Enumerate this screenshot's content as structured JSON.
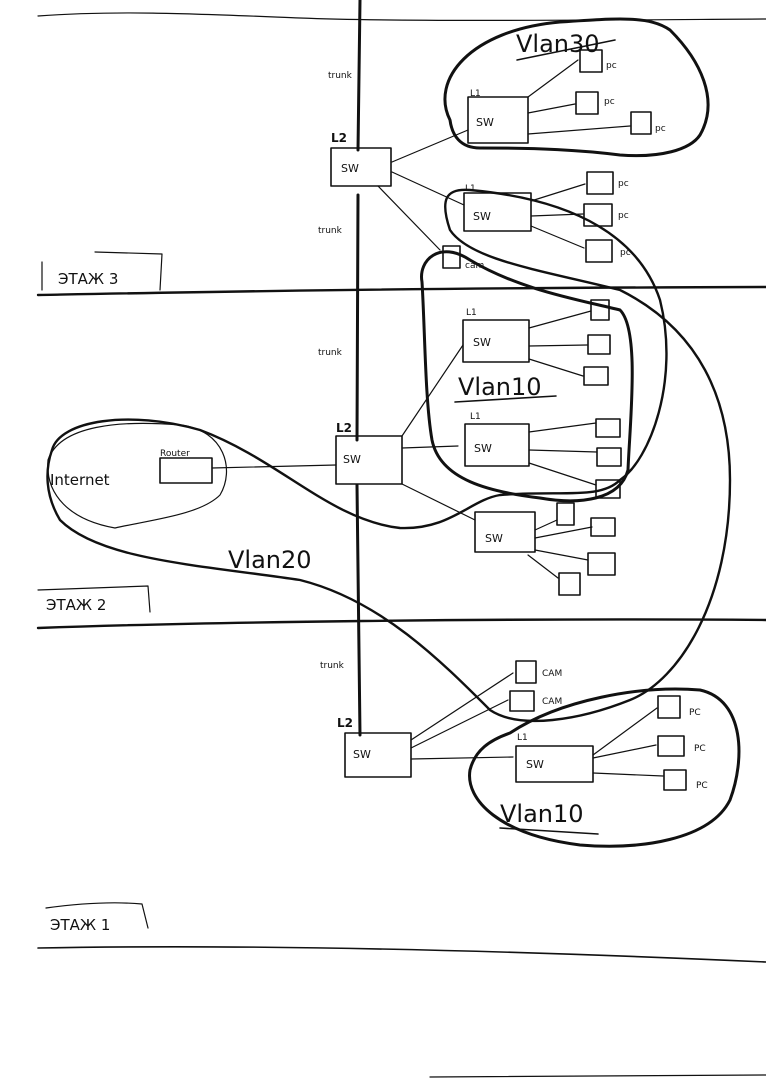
{
  "diagram": {
    "title": "Network floor plan",
    "floors": [
      {
        "label": "ЭТАЖ 3"
      },
      {
        "label": "ЭТАЖ 2"
      },
      {
        "label": "ЭТАЖ 1"
      }
    ],
    "trunk_label": "trunk",
    "l2_label": "L2",
    "l1_label": "L1",
    "switch_label": "SW",
    "pc_label": "pc",
    "cam_label_lower": "cam",
    "cam_label_upper": "CAM",
    "pc_label_upper": "PC",
    "router_label": "Router",
    "internet_label": "Internet",
    "vlans": {
      "vlan30": "Vlan30",
      "vlan10_floor2": "Vlan10",
      "vlan20": "Vlan20",
      "vlan10_floor1": "Vlan10"
    },
    "ink_color": "#111111",
    "paper_color": "#ffffff"
  }
}
